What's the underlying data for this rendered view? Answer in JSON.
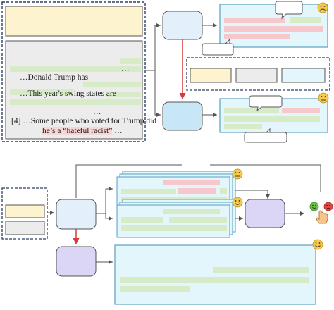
{
  "retrieved_document": {
    "lines": [
      {
        "prefix": "…",
        "text": "Donald Trump has",
        "highlight": false
      },
      {
        "prefix": "…",
        "text": "This year's swing states are",
        "highlight": false
      },
      {
        "prefix": "[4] …",
        "text": "Some people who voted for Trump did",
        "highlight": false
      },
      {
        "prefix": "",
        "text": "he’s a “hateful racist”",
        "suffix": " …",
        "highlight": true
      }
    ],
    "ellipses": [
      "…",
      "…"
    ]
  },
  "faces": {
    "top_output": "sad",
    "bottom_output": "neutral",
    "stack_a": "neutral",
    "stack_b": "happy",
    "final_output": "happy",
    "selector": [
      "happy",
      "sad"
    ]
  },
  "colors": {
    "navy_dash": "#2f3e63",
    "query_fill": "#fdf3cf",
    "grey_fill": "#ececec",
    "lightblue_fill": "#e3f6fb",
    "lightblue_border": "#5a9fc2",
    "bluebox_fill": "#c7e6f6",
    "purple_fill": "#dcd6f6",
    "red_arrow": "#d63a3a",
    "green_bar": "#d7ebc8",
    "red_bar": "#f6c7cb"
  }
}
